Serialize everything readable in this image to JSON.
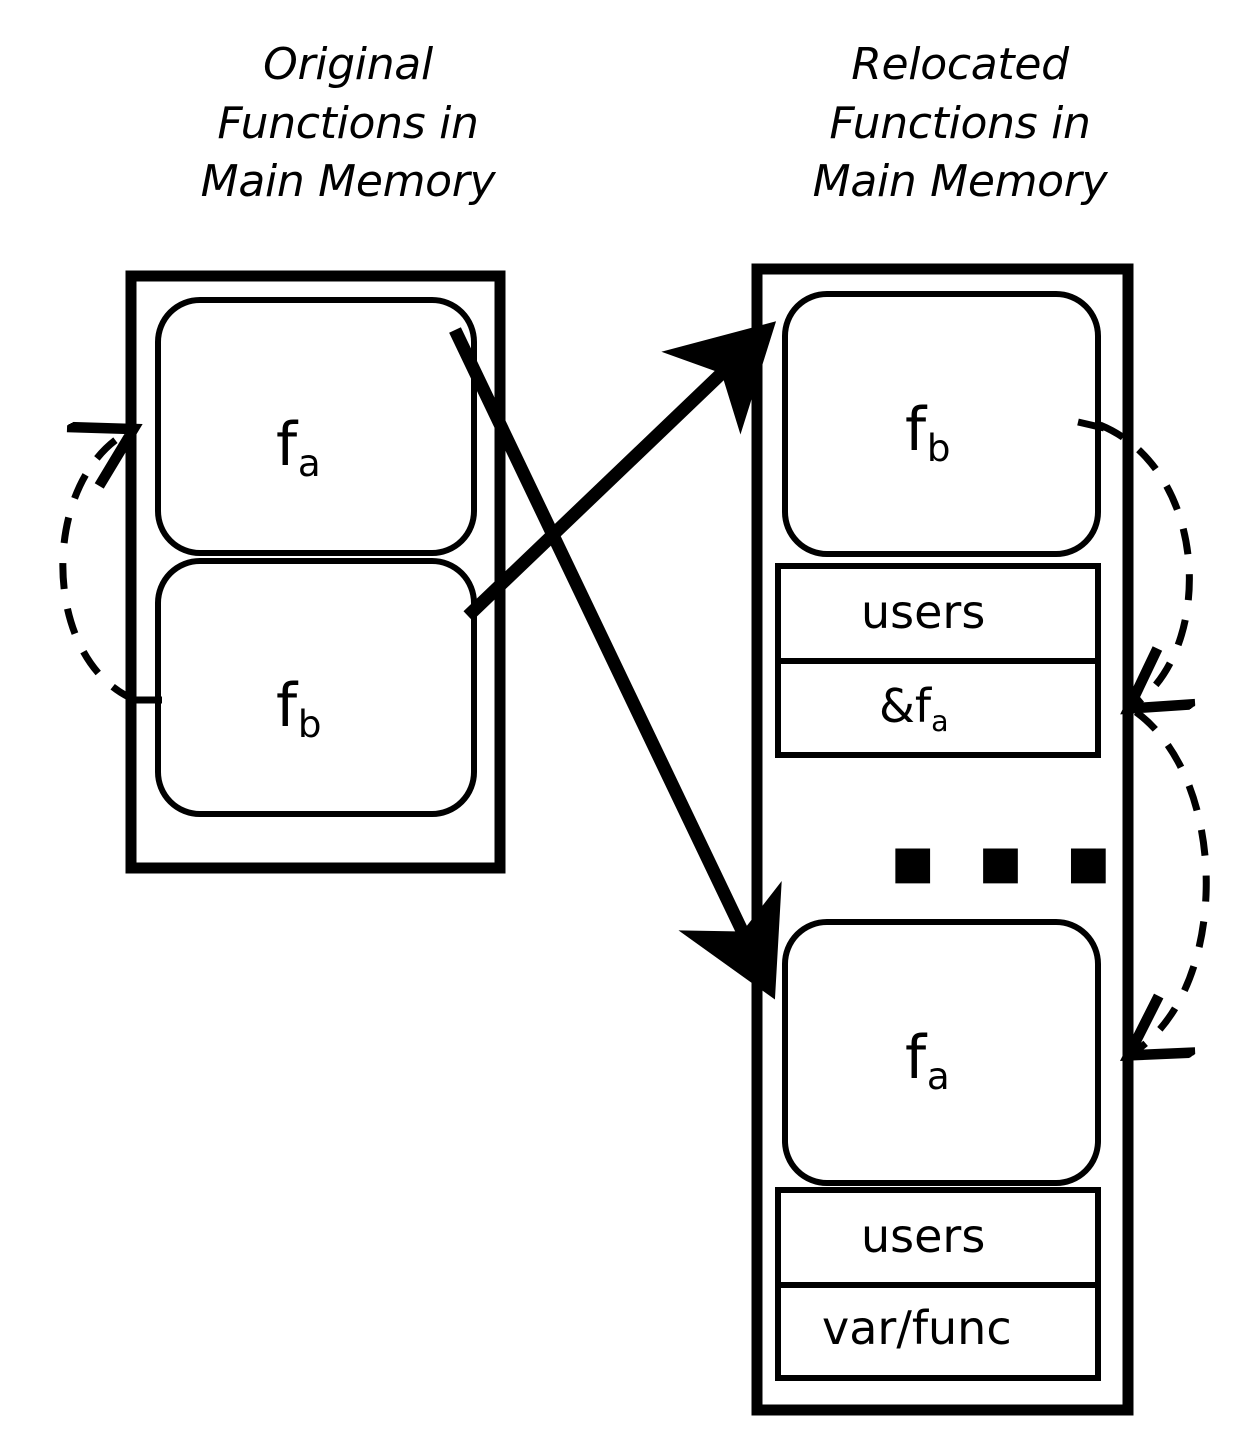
{
  "diagram": {
    "columns": [
      {
        "id": "original",
        "title": "Original\nFunctions in\nMain Memory",
        "blocks": [
          {
            "name": "fa",
            "base": "f",
            "sub": "a",
            "shape": "rounded-rect"
          },
          {
            "name": "fb",
            "base": "f",
            "sub": "b",
            "shape": "rounded-rect"
          }
        ]
      },
      {
        "id": "relocated",
        "title": "Relocated\nFunctions in\nMain Memory",
        "blocks": [
          {
            "name": "fb",
            "base": "f",
            "sub": "b",
            "shape": "rounded-rect"
          },
          {
            "name": "users-table-top",
            "shape": "table",
            "rows": [
              "users",
              "&f a"
            ]
          },
          {
            "name": "ellipsis",
            "shape": "text",
            "text": "▪ ▪ ▪"
          },
          {
            "name": "fa",
            "base": "f",
            "sub": "a",
            "shape": "rounded-rect"
          },
          {
            "name": "users-table-bottom",
            "shape": "table",
            "rows": [
              "users",
              "var/func"
            ]
          }
        ]
      }
    ],
    "cells": {
      "users_top": "users",
      "ref_fa_base": "&f",
      "ref_fa_sub": "a",
      "users_bottom": "users",
      "var_func": "var/func"
    },
    "ellipsis": "▪ ▪ ▪",
    "arrows": [
      {
        "name": "relocate-fb-arrow",
        "style": "solid-bold",
        "from": "original.fb",
        "to": "relocated.fb"
      },
      {
        "name": "relocate-fa-arrow",
        "style": "solid-bold",
        "from": "original.fa",
        "to": "relocated.fa"
      },
      {
        "name": "original-call-fb-to-fa",
        "style": "dashed",
        "from": "original.fb",
        "to": "original.fa"
      },
      {
        "name": "relocated-call-fb-to-ref-fa",
        "style": "dashed",
        "from": "relocated.fb",
        "to": "relocated.ref_fa"
      },
      {
        "name": "relocated-ref-fa-to-fa",
        "style": "dashed",
        "from": "relocated.ref_fa",
        "to": "relocated.fa"
      }
    ],
    "colors": {
      "stroke": "#000000",
      "background": "#ffffff"
    }
  }
}
